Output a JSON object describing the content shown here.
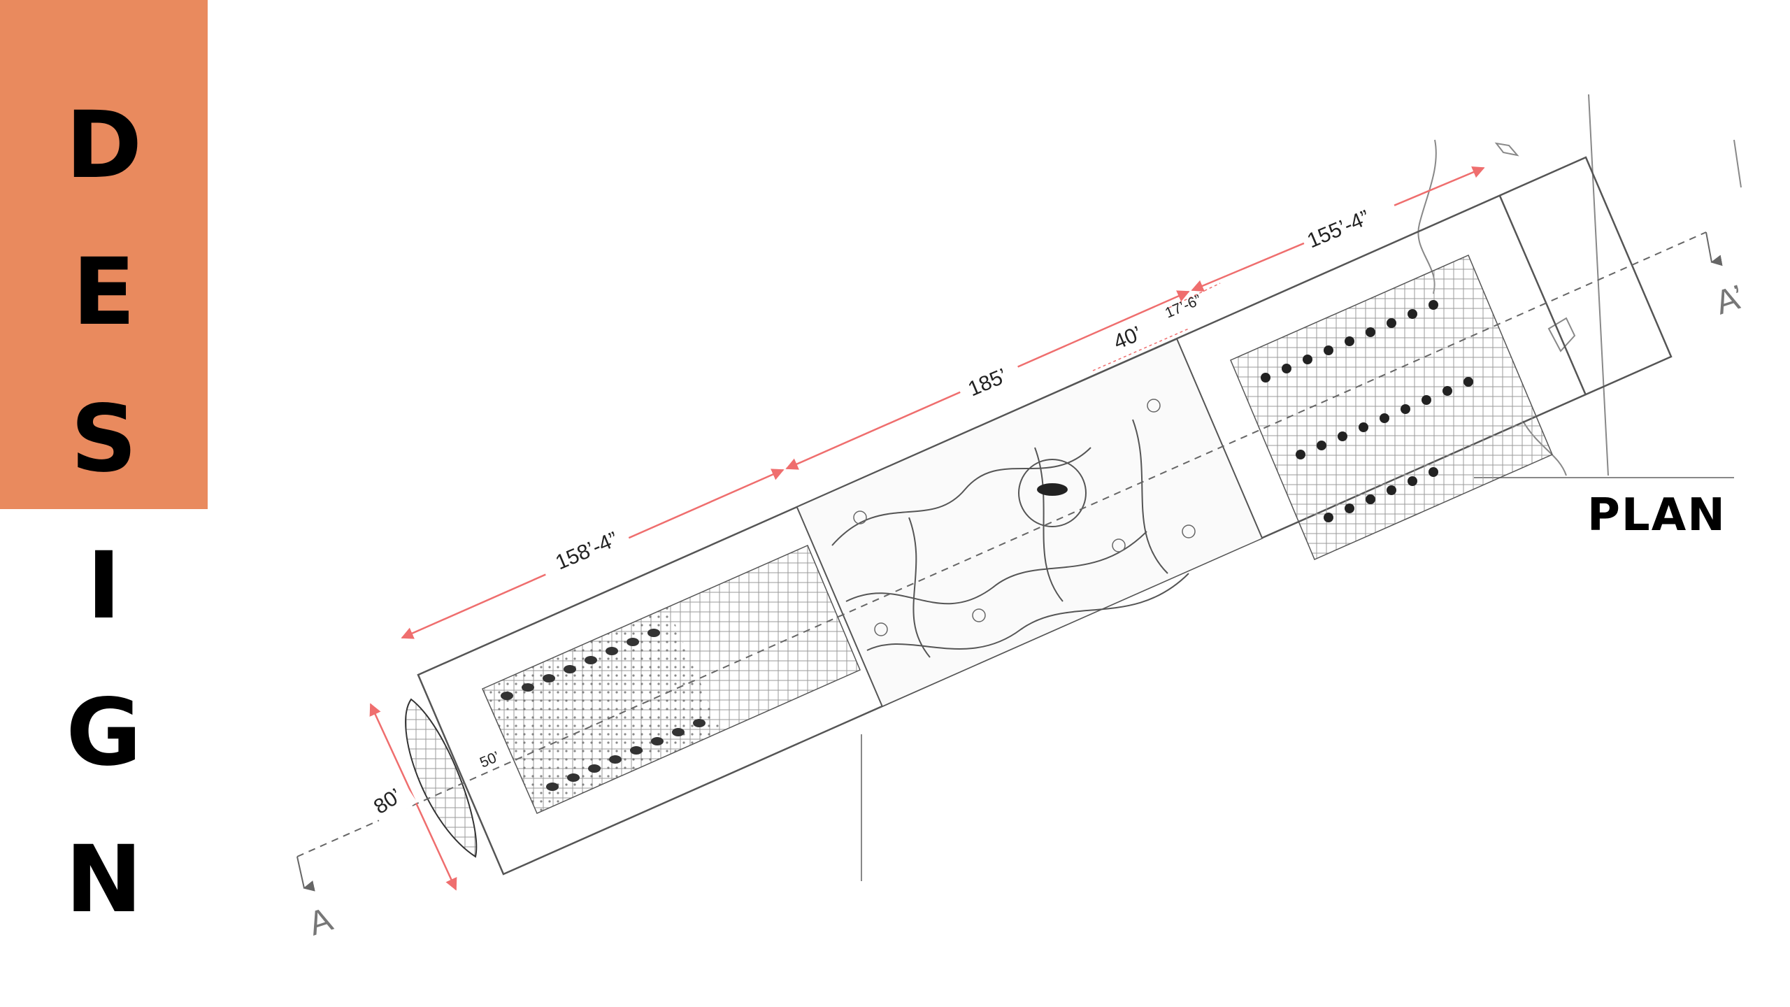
{
  "title_letters": [
    "D",
    "E",
    "S",
    "I",
    "G",
    "N"
  ],
  "plan_label": "PLAN",
  "dimensions": {
    "width_80": "80’",
    "width_50": "50’",
    "seg_158": "158’-4”",
    "seg_185": "185’",
    "seg_40": "40’",
    "seg_17": "17’-6”",
    "seg_155": "155’-4”"
  },
  "section_marks": {
    "start": "A",
    "end": "A’"
  },
  "colors": {
    "accent_band": "#e98a5e",
    "dimension_line": "#ef6e6e",
    "linework": "#555555",
    "section_mark": "#777777"
  }
}
